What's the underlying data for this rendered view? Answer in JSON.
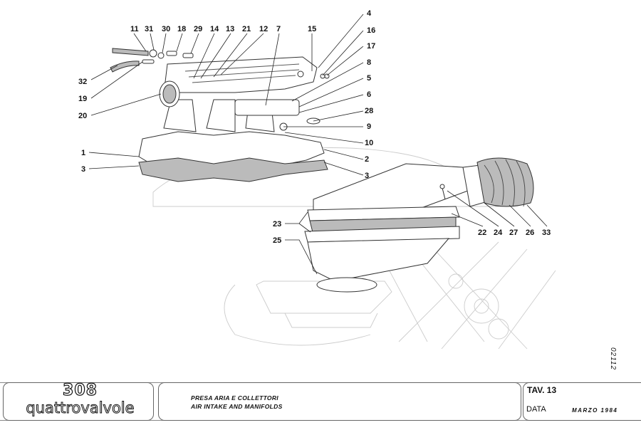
{
  "document": {
    "type": "exploded parts diagram",
    "serial_number": "02112"
  },
  "callouts": {
    "c11": "11",
    "c31": "31",
    "c30": "30",
    "c18": "18",
    "c29": "29",
    "c14": "14",
    "c13": "13",
    "c21": "21",
    "c12": "12",
    "c7": "7",
    "c15": "15",
    "c4": "4",
    "c16": "16",
    "c17": "17",
    "c8": "8",
    "c5": "5",
    "c6": "6",
    "c28": "28",
    "c9": "9",
    "c10": "10",
    "c2": "2",
    "c3a": "3",
    "c3b": "3",
    "c1": "1",
    "c32": "32",
    "c19": "19",
    "c20": "20",
    "c23": "23",
    "c25": "25",
    "c22": "22",
    "c24": "24",
    "c27": "27",
    "c26": "26",
    "c33": "33"
  },
  "title_block": {
    "logo_number": "308",
    "logo_word": "quattrovalvole",
    "title_it": "PRESA ARIA E COLLETTORI",
    "title_en": "AIR INTAKE AND MANIFOLDS",
    "tav_label": "TAV.  13",
    "data_label": "DATA",
    "data_value": "MARZO  1984"
  }
}
